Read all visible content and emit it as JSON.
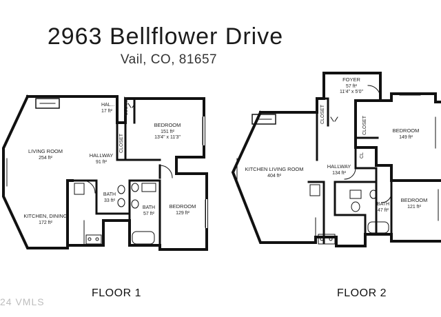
{
  "header": {
    "address": "2963 Bellflower Drive",
    "city_line": "Vail, CO, 81657"
  },
  "floor1": {
    "label": "FLOOR 1",
    "rooms": {
      "hall_small": {
        "name": "HAL...",
        "area": "17 ft²"
      },
      "closet_a": {
        "name": "CLOSET"
      },
      "closet_b": {
        "name": "CLOSET"
      },
      "bedroom": {
        "name": "BEDROOM",
        "area": "151 ft²",
        "dims": "13'4\" x 11'3\""
      },
      "living": {
        "name": "LIVING ROOM",
        "area": "254 ft²"
      },
      "hallway": {
        "name": "HALLWAY",
        "area": "91 ft²"
      },
      "bath1": {
        "name": "BATH",
        "area": "33 ft²"
      },
      "bath2": {
        "name": "BATH",
        "area": "57 ft²"
      },
      "bedroom2": {
        "name": "BEDROOM",
        "area": "129 ft²"
      },
      "kitchen": {
        "name": "KITCHEN, DINING",
        "area": "172 ft²"
      }
    }
  },
  "floor2": {
    "label": "FLOOR 2",
    "rooms": {
      "foyer": {
        "name": "FOYER",
        "area": "57 ft²",
        "dims": "11'4\" x 5'0\""
      },
      "closet_a": {
        "name": "CLOSET"
      },
      "closet_b": {
        "name": "CLOSET"
      },
      "cl": {
        "name": "CL"
      },
      "bedroom": {
        "name": "BEDROOM",
        "area": "149 ft²"
      },
      "kitchen_living": {
        "name": "KITCHEN LIVING ROOM",
        "area": "404 ft²"
      },
      "hallway": {
        "name": "HALLWAY",
        "area": "134 ft²"
      },
      "bath": {
        "name": "BATH",
        "area": "47 ft²"
      },
      "bedroom2": {
        "name": "BEDROOM",
        "area": "121 ft²"
      }
    }
  },
  "watermark": "24 VMLS"
}
